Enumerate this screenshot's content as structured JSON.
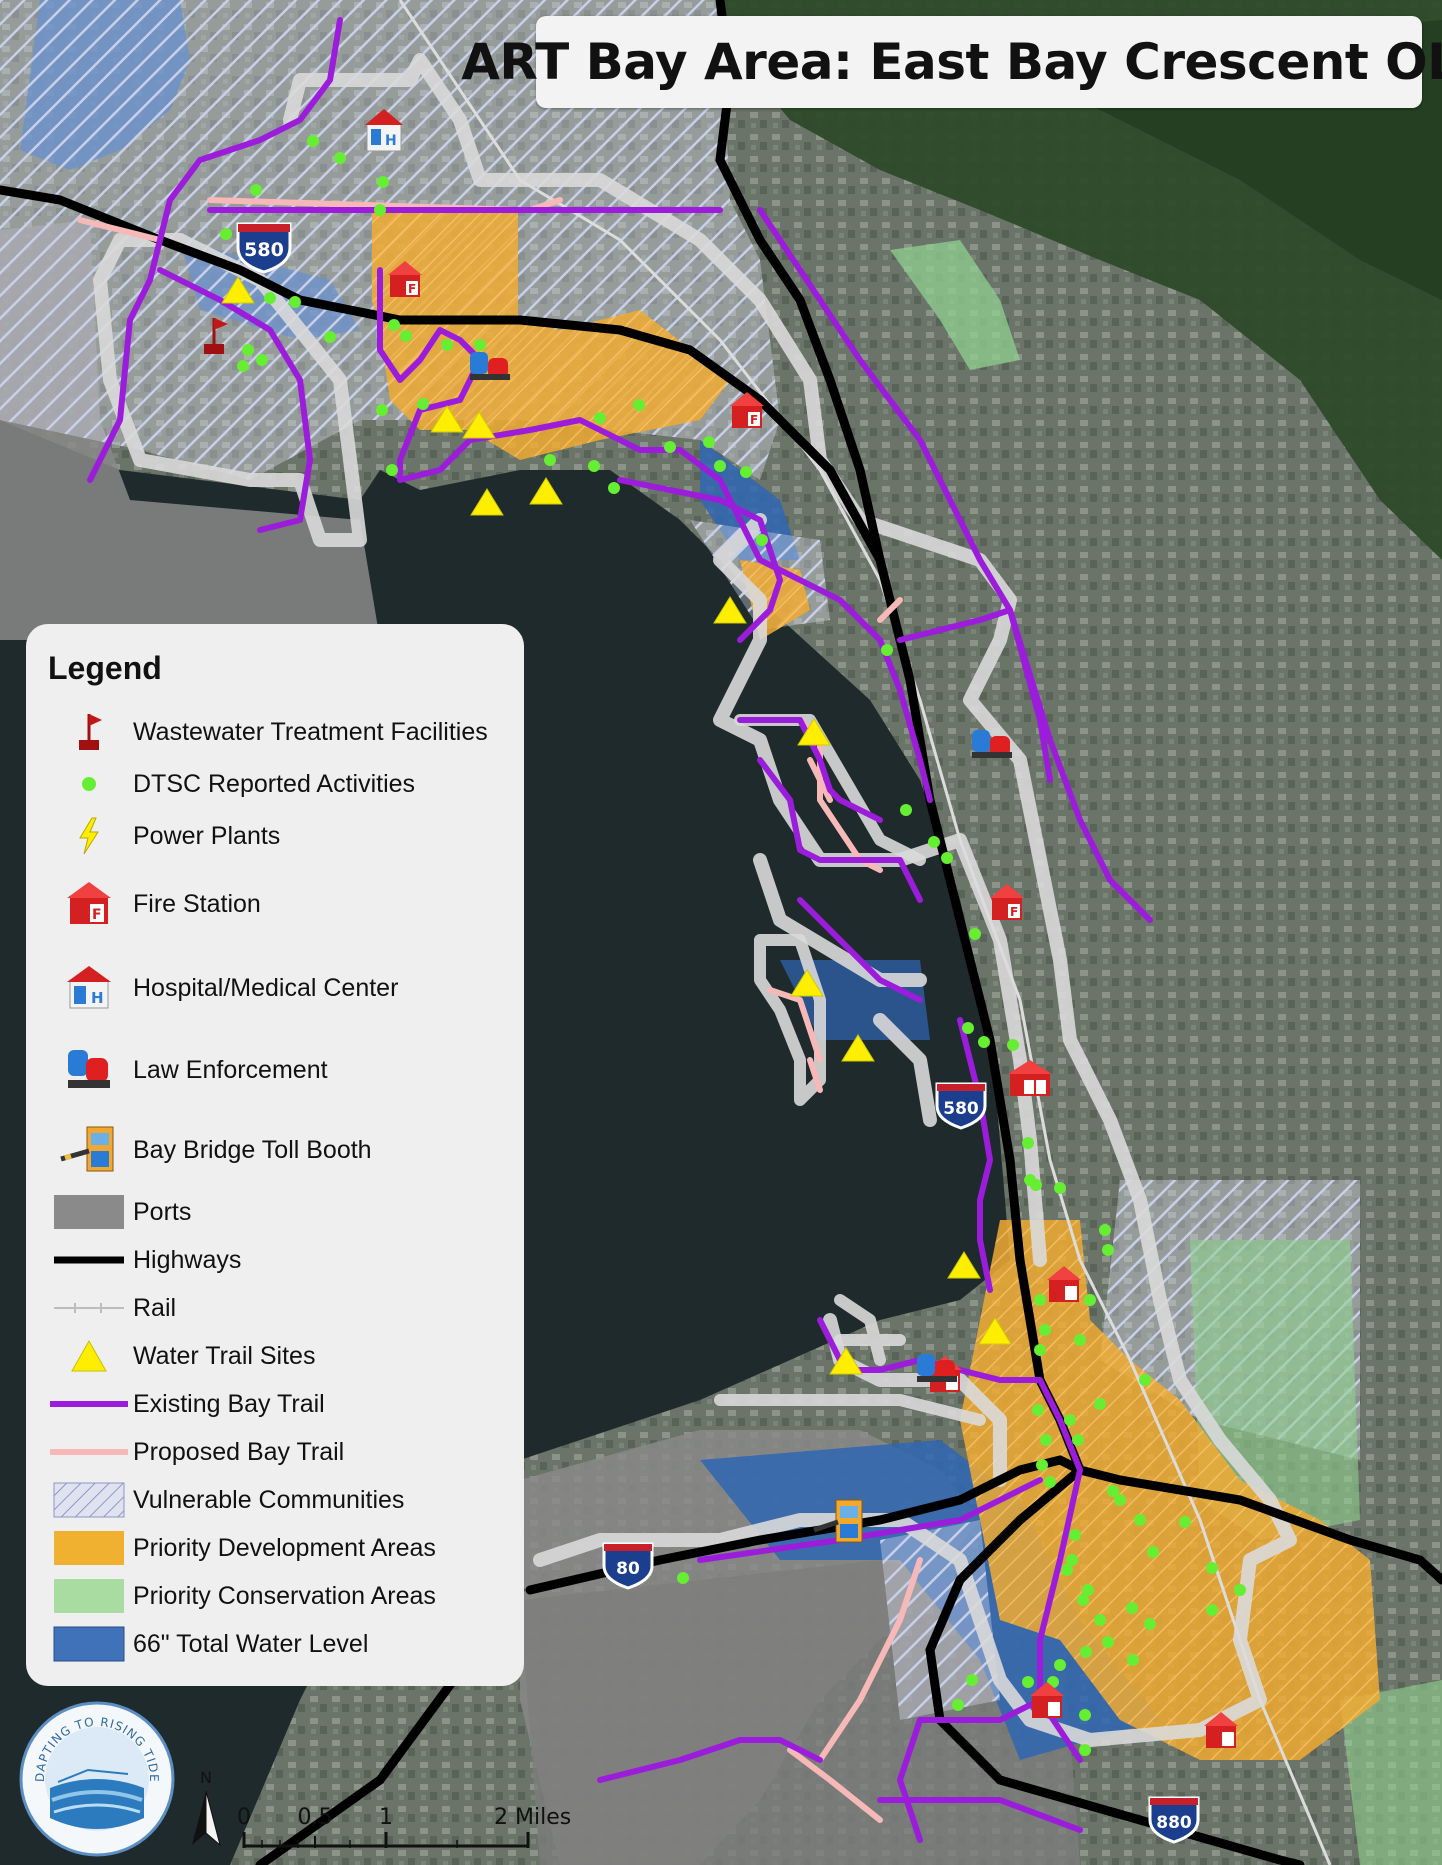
{
  "title": "ART Bay Area: East Bay Crescent OLU",
  "legend": {
    "title": "Legend",
    "items": [
      {
        "label": "Wastewater Treatment Facilities",
        "icon": "red-flag-icon"
      },
      {
        "label": "DTSC Reported Activities",
        "icon": "green-dot-icon"
      },
      {
        "label": "Power Plants",
        "icon": "lightning-bolt-icon"
      },
      {
        "label": "Fire Station",
        "icon": "fire-station-icon"
      },
      {
        "label": "Hospital/Medical Center",
        "icon": "hospital-icon"
      },
      {
        "label": "Law Enforcement",
        "icon": "police-light-icon"
      },
      {
        "label": "Bay Bridge Toll Booth",
        "icon": "toll-booth-icon"
      },
      {
        "label": "Ports",
        "icon": "gray-fill-swatch"
      },
      {
        "label": "Highways",
        "icon": "black-line-swatch"
      },
      {
        "label": "Rail",
        "icon": "rail-line-swatch"
      },
      {
        "label": "Water Trail Sites",
        "icon": "yellow-triangle-icon"
      },
      {
        "label": "Existing Bay Trail",
        "icon": "purple-line-swatch"
      },
      {
        "label": "Proposed Bay Trail",
        "icon": "pink-line-swatch"
      },
      {
        "label": "Vulnerable Communities",
        "icon": "hatched-swatch"
      },
      {
        "label": "Priority Development Areas",
        "icon": "orange-fill-swatch"
      },
      {
        "label": "Priority Conservation Areas",
        "icon": "green-fill-swatch"
      },
      {
        "label": "66\" Total Water Level",
        "icon": "blue-fill-swatch"
      }
    ]
  },
  "highway_shields": [
    "580",
    "580",
    "80",
    "880"
  ],
  "scale": {
    "ticks": [
      "0",
      "0.5",
      "1",
      "2 Miles"
    ]
  },
  "north_label": "N",
  "logo": {
    "text": "ADAPTING TO RISING TIDES"
  },
  "colors": {
    "water": "#1f2a2c",
    "land": "#5c6657",
    "port": "#8a8a8a",
    "highway": "#000000",
    "existing_trail": "#9b1ddb",
    "proposed_trail": "#f7b8b8",
    "pda": "#f0a830",
    "pca": "#8fd08f",
    "water_level": "#2f66b3",
    "dtsc": "#66ee33",
    "water_trail": "#ffee00",
    "buffer": "#d9d9d9"
  }
}
